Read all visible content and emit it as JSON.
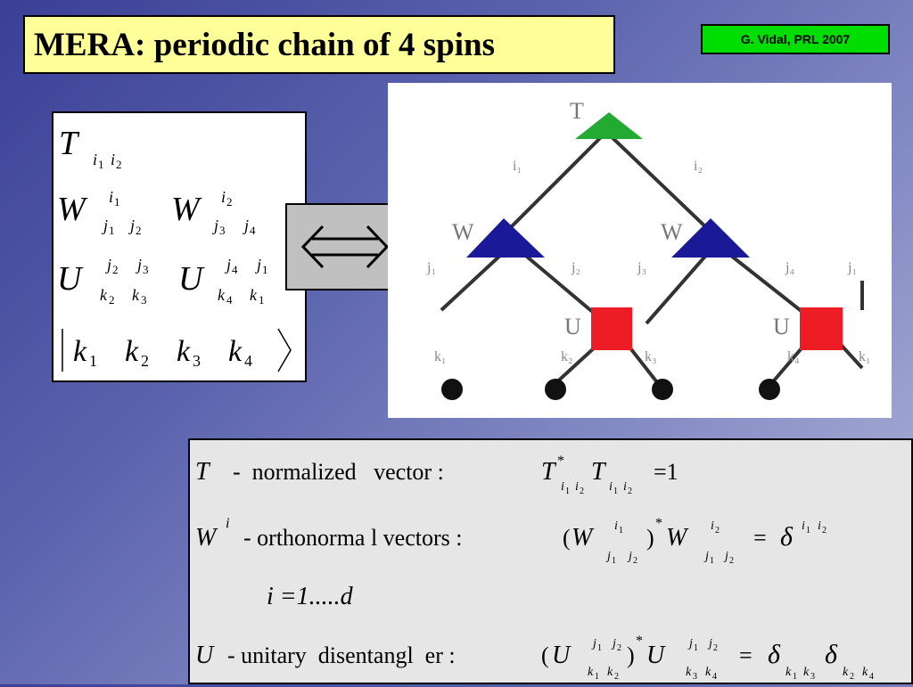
{
  "slide": {
    "title": "MERA: periodic chain of 4 spins",
    "reference": "G. Vidal, PRL 2007"
  },
  "left_formula": {
    "row1": {
      "base": "T",
      "sub": [
        "i",
        "1",
        "i",
        "2"
      ]
    },
    "row2": [
      {
        "base": "W",
        "sup": [
          "i",
          "1"
        ],
        "sub": [
          "j",
          "1",
          "j",
          "2"
        ]
      },
      {
        "base": "W",
        "sup": [
          "i",
          "2"
        ],
        "sub": [
          "j",
          "3",
          "j",
          "4"
        ]
      }
    ],
    "row3": [
      {
        "base": "U",
        "sup": [
          "j",
          "2",
          "j",
          "3"
        ],
        "sub": [
          "k",
          "2",
          "k",
          "3"
        ]
      },
      {
        "base": "U",
        "sup": [
          "j",
          "4",
          "j",
          "1"
        ],
        "sub": [
          "k",
          "4",
          "k",
          "1"
        ]
      }
    ],
    "row4_ket": [
      "k1",
      "k2",
      "k3",
      "k4"
    ]
  },
  "equivalence_symbol": "⇔",
  "diagram": {
    "tensors": [
      {
        "name": "T",
        "color": "#22aa33",
        "shape": "triangle"
      },
      {
        "name": "W",
        "color": "#1a1a99",
        "shape": "triangle"
      },
      {
        "name": "W",
        "color": "#1a1a99",
        "shape": "triangle"
      },
      {
        "name": "U",
        "color": "#ee1c24",
        "shape": "square"
      },
      {
        "name": "U",
        "color": "#ee1c24",
        "shape": "square"
      }
    ],
    "index_labels": [
      "i1",
      "i2",
      "j1",
      "j2",
      "j3",
      "j4",
      "j1",
      "k1",
      "k2",
      "k3",
      "k4",
      "k1"
    ]
  },
  "description": {
    "line1": {
      "symbol": "T",
      "text": "-  normalized   vector :",
      "eq_rhs": "=1"
    },
    "line2": {
      "symbol": "W",
      "text": "- orthonorma l vectors :",
      "eq_rhs": "="
    },
    "line3": {
      "text": "i =1.....d"
    },
    "line4": {
      "symbol": "U",
      "text": "- unitary  disentangl  er :",
      "eq_rhs": "="
    }
  }
}
